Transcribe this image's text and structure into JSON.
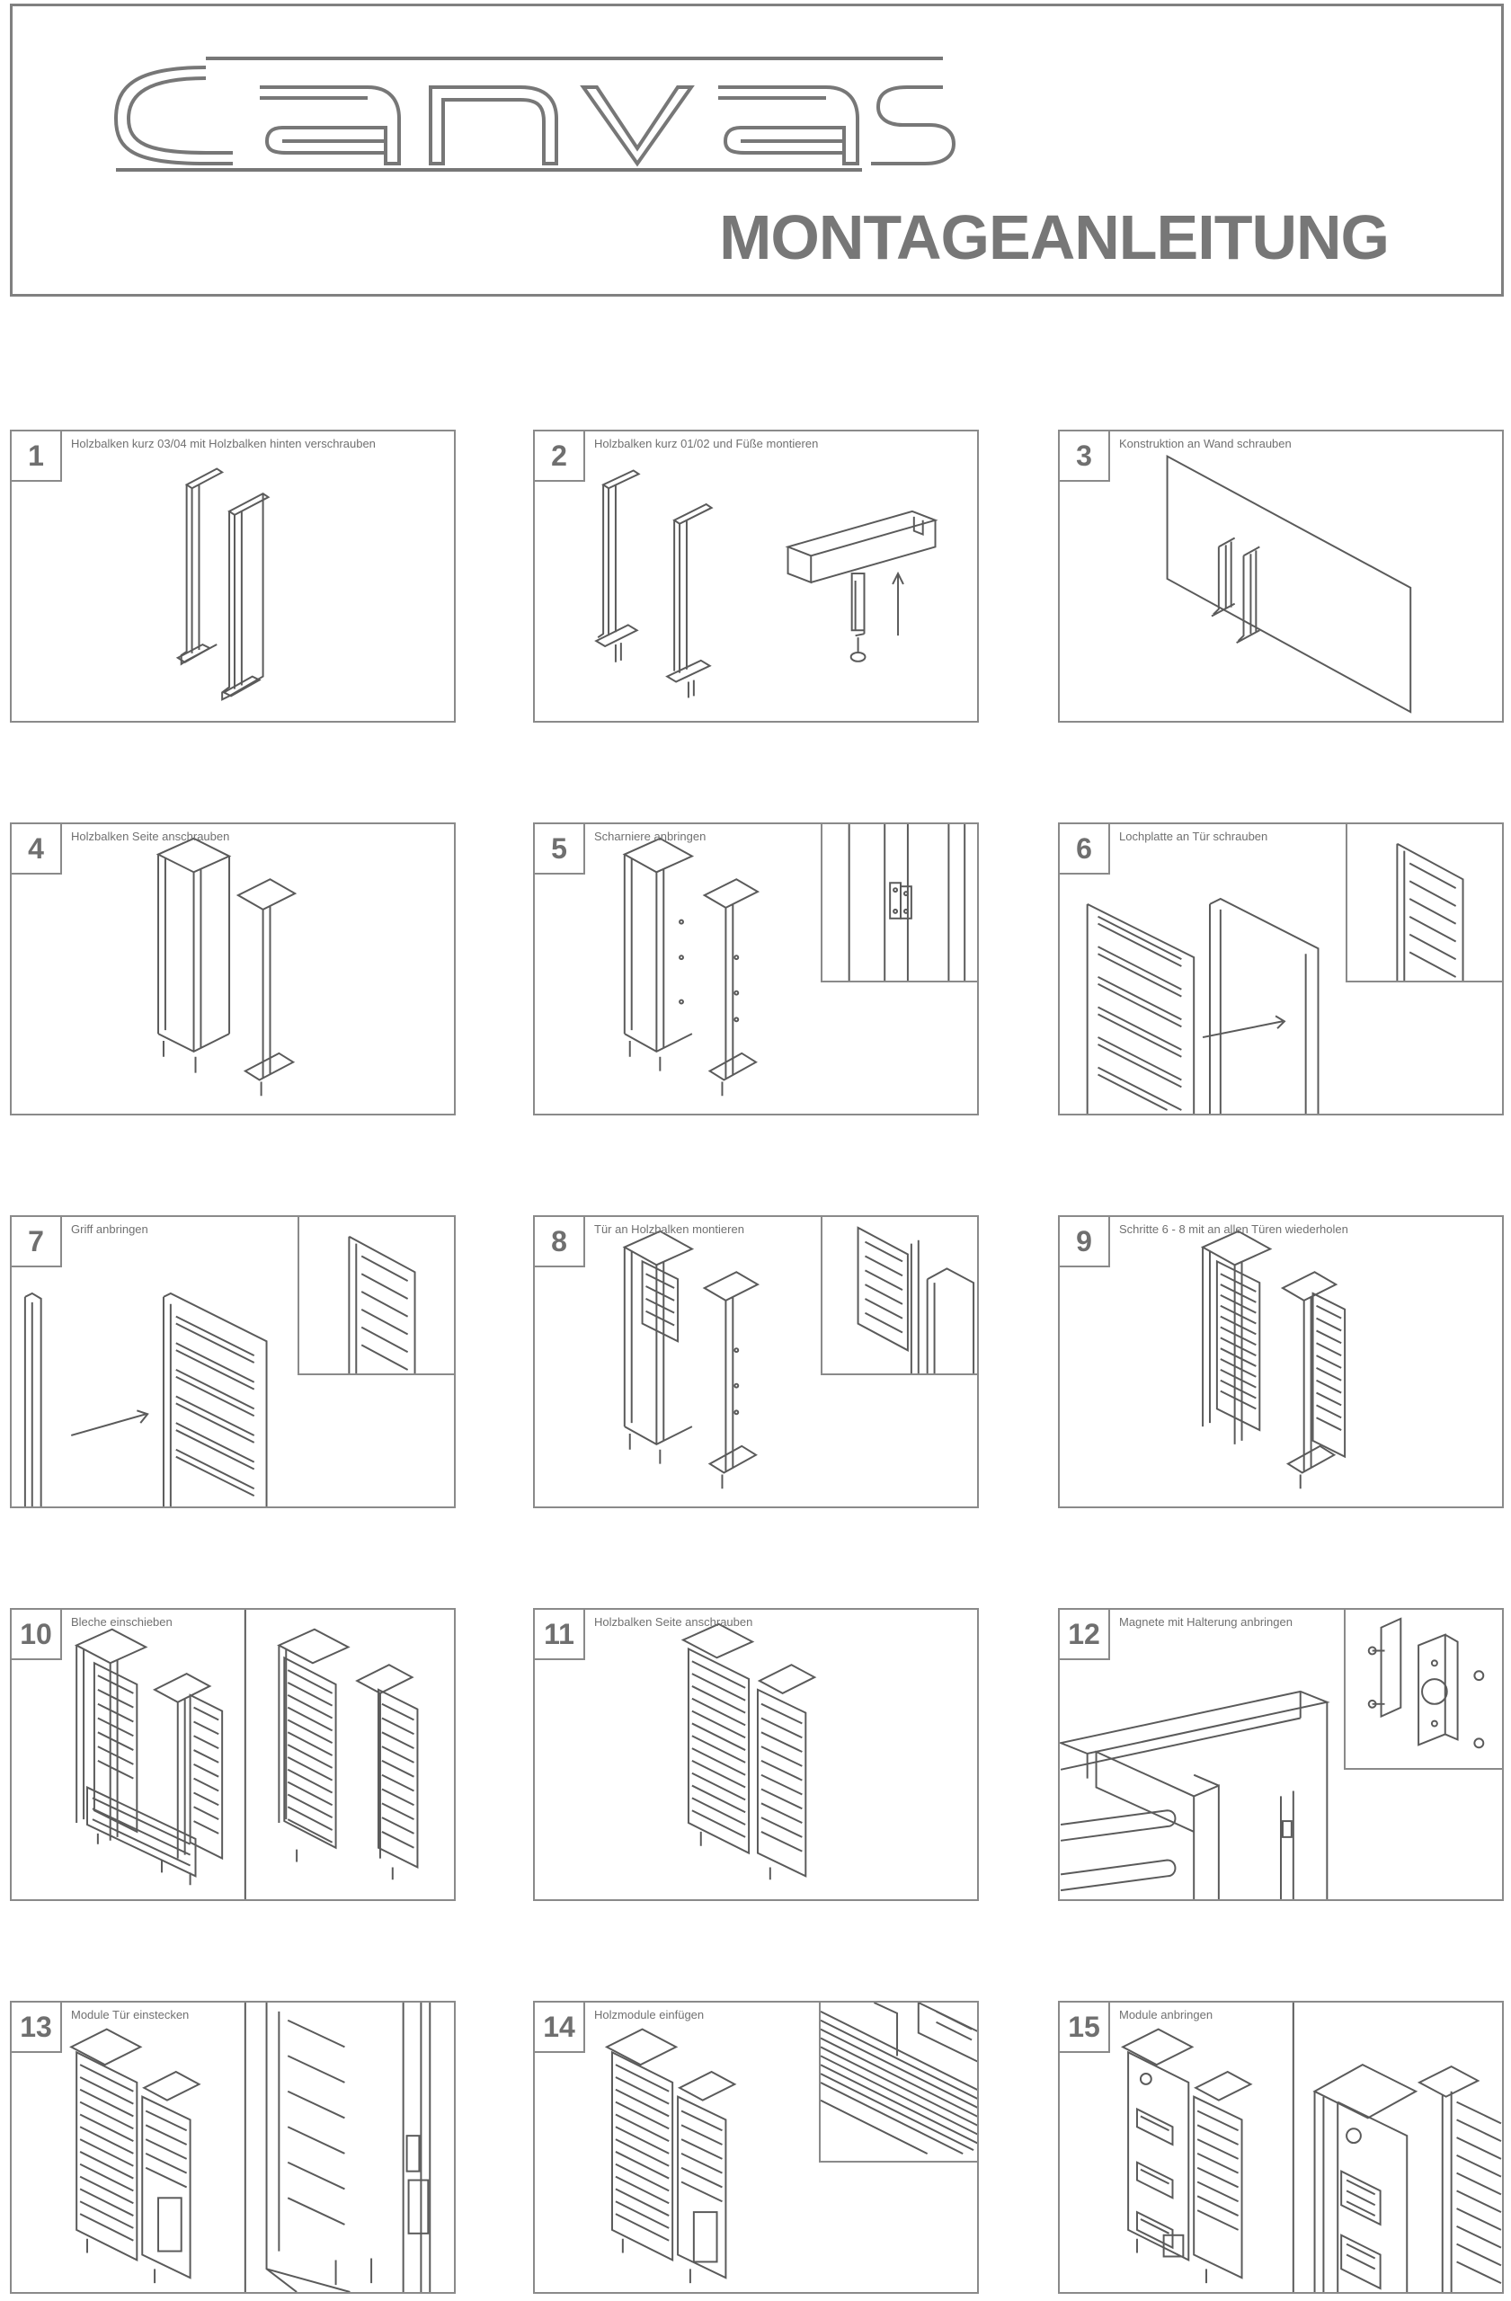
{
  "document": {
    "brand": "canvas",
    "title": "MONTAGEANLEITUNG"
  },
  "steps": [
    {
      "number": "1",
      "caption": "Holzbalken kurz 03/04 mit Holzbalken hinten verschrauben"
    },
    {
      "number": "2",
      "caption": "Holzbalken kurz 01/02 und Füße montieren"
    },
    {
      "number": "3",
      "caption": "Konstruktion an Wand schrauben"
    },
    {
      "number": "4",
      "caption": "Holzbalken Seite anschrauben"
    },
    {
      "number": "5",
      "caption": "Scharniere anbringen"
    },
    {
      "number": "6",
      "caption": "Lochplatte an Tür schrauben"
    },
    {
      "number": "7",
      "caption": "Griff anbringen"
    },
    {
      "number": "8",
      "caption": "Tür an Holzbalken montieren"
    },
    {
      "number": "9",
      "caption": "Schritte 6 - 8 mit an allen Türen wiederholen"
    },
    {
      "number": "10",
      "caption": "Bleche einschieben"
    },
    {
      "number": "11",
      "caption": "Holzbalken Seite anschrauben"
    },
    {
      "number": "12",
      "caption": "Magnete mit Halterung anbringen"
    },
    {
      "number": "13",
      "caption": "Module Tür einstecken"
    },
    {
      "number": "14",
      "caption": "Holzmodule einfügen"
    },
    {
      "number": "15",
      "caption": "Module anbringen"
    }
  ],
  "colors": {
    "line": "#5a5a5a",
    "border": "#8a8a8a",
    "text": "#707070"
  }
}
